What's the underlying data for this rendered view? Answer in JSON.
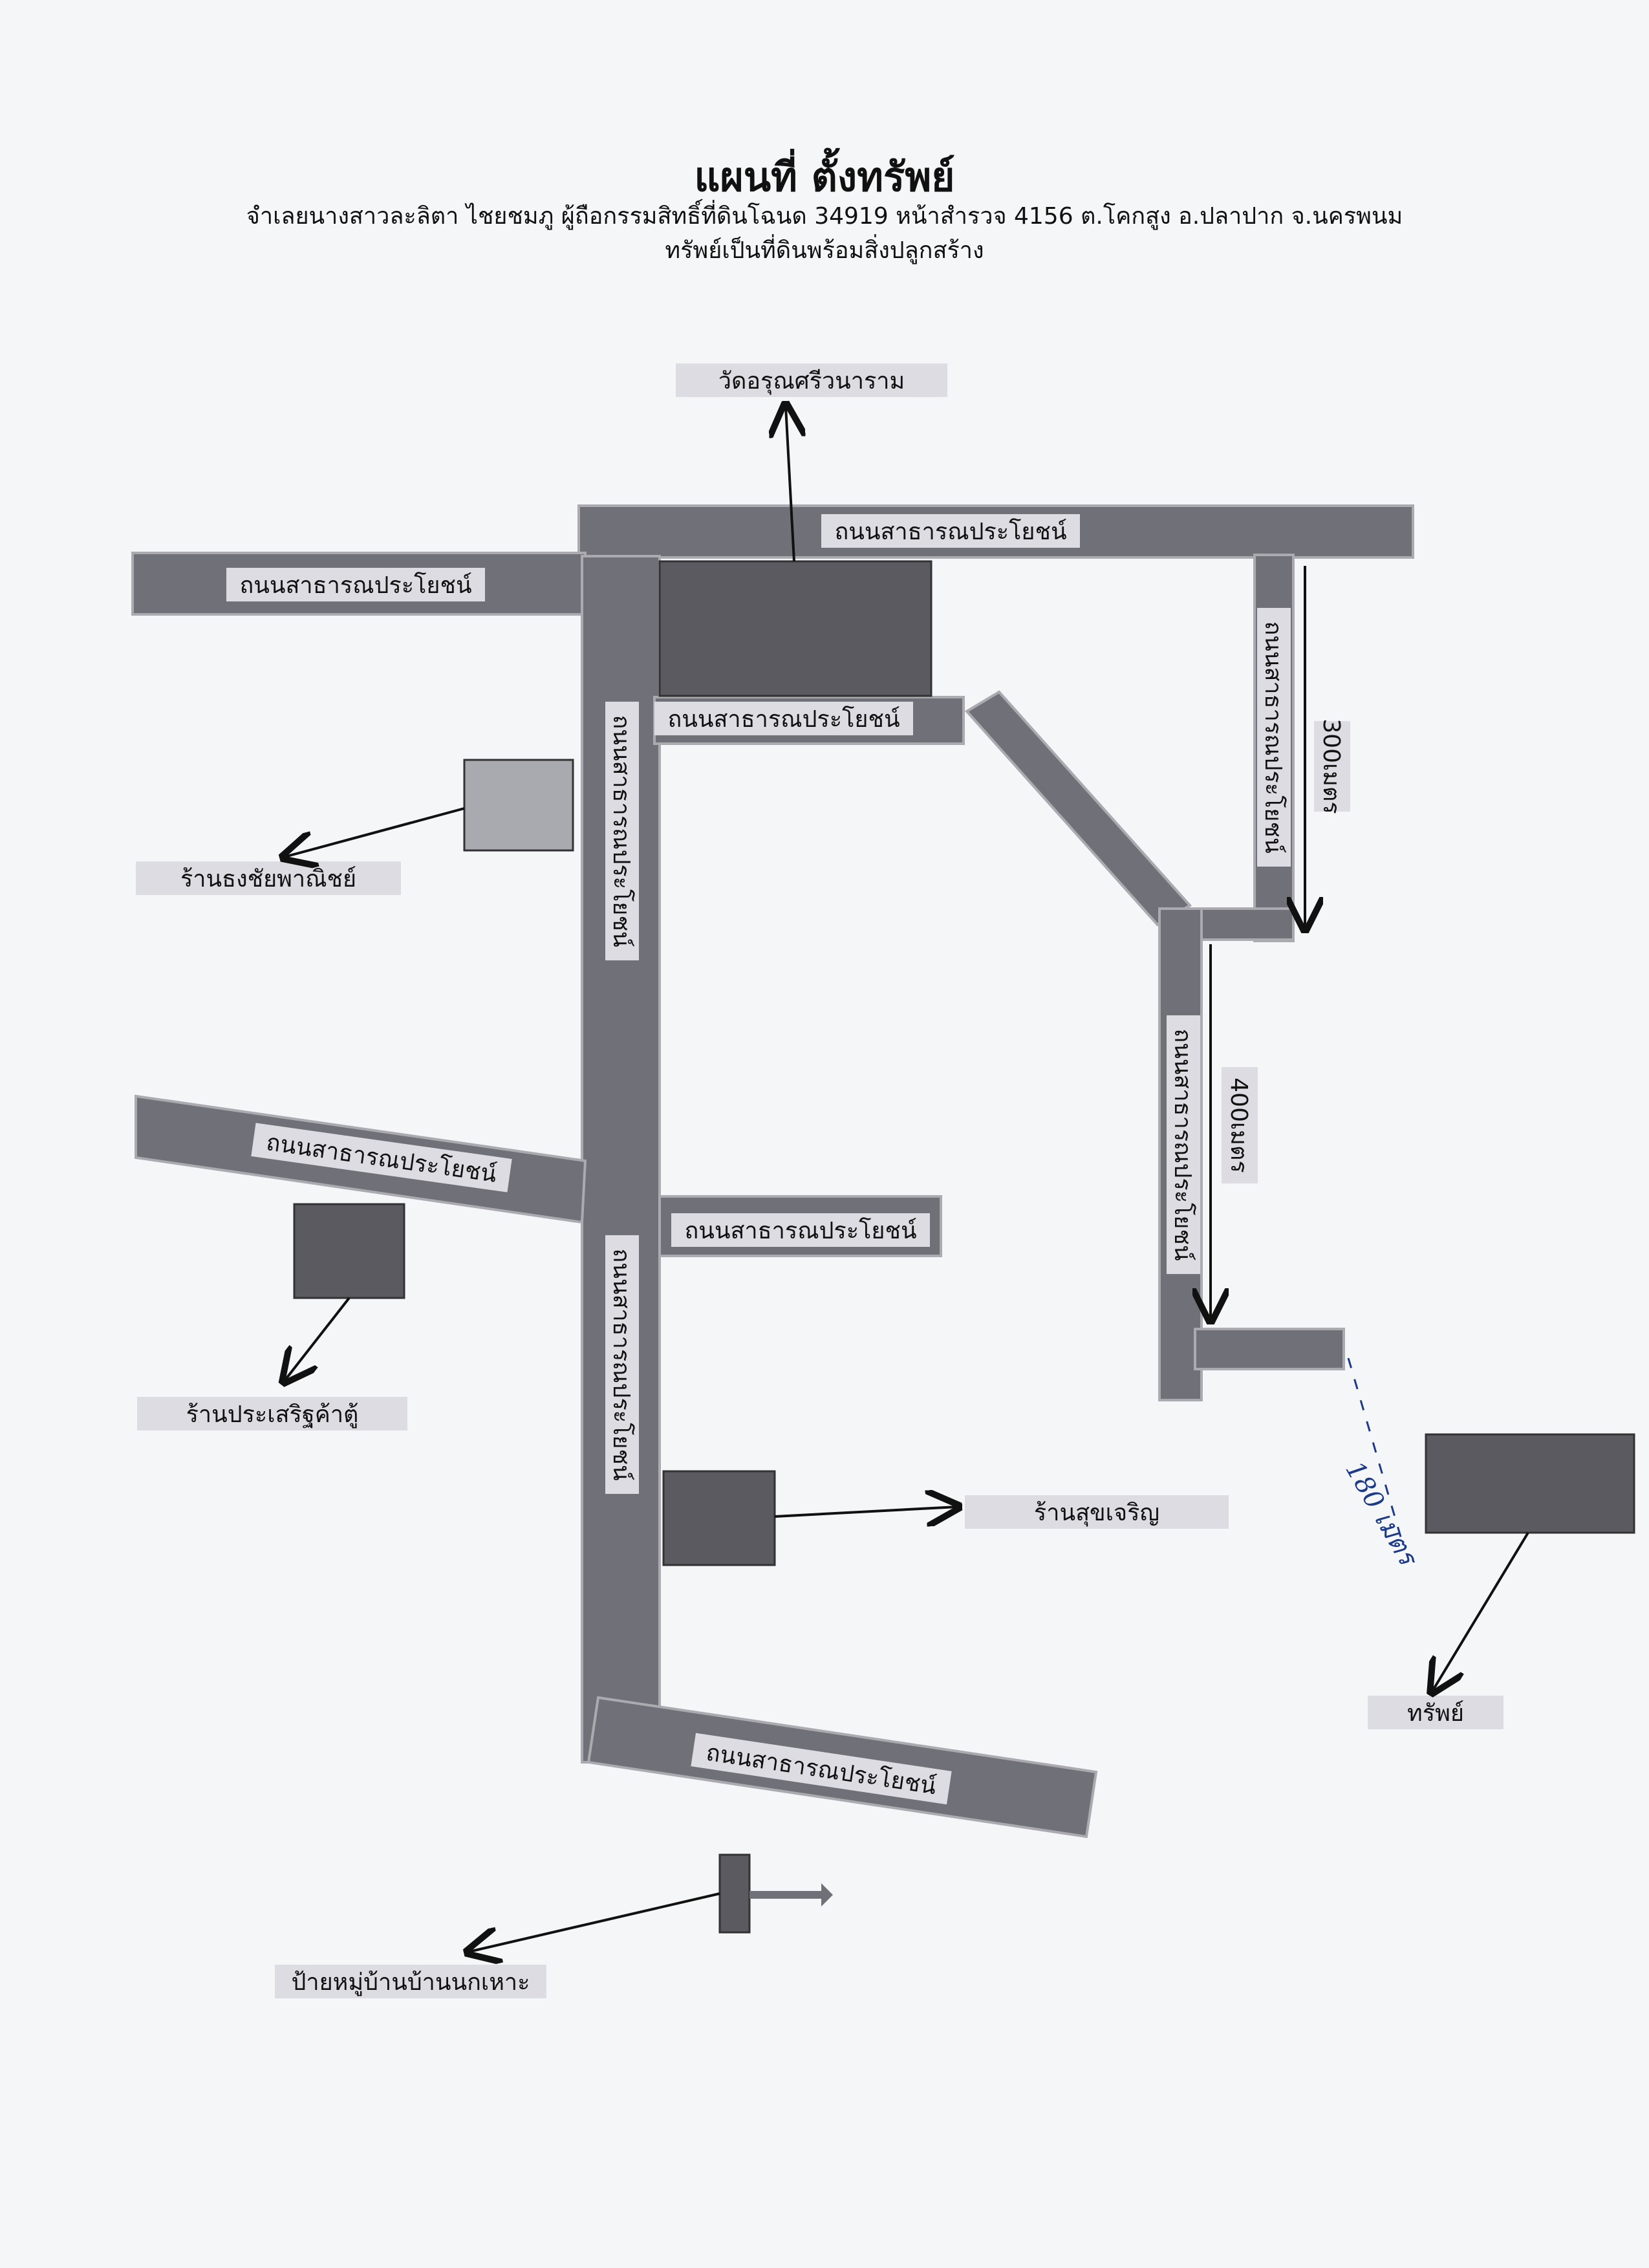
{
  "header": {
    "title": "แผนที่ ตั้งทรัพย์",
    "subtitle": "จำเลยนางสาวละลิตา ไชยชมภู ผู้ถือกรรมสิทธิ์ที่ดินโฉนด 34919 หน้าสำรวจ 4156 ต.โคกสูง อ.ปลาปาก จ.นครพนม",
    "description": "ทรัพย์เป็นที่ดินพร้อมสิ่งปลูกสร้าง"
  },
  "landmarks": {
    "temple": "วัดอรุณศรีวนาราม",
    "shop_thong": "ร้านธงชัยพาณิชย์",
    "shop_prasert": "ร้านประเสริฐค้าตู้",
    "shop_sukjaroen": "ร้านสุขเจริญ",
    "property": "ทรัพย์",
    "village_sign": "ป้ายหมู่บ้านบ้านนกเหาะ"
  },
  "roads": {
    "label": "ถนนสาธารณประโยชน์"
  },
  "distances": {
    "d300": "300เมตร",
    "d400": "400เมตร",
    "d180_handwritten": "180 เมตร"
  },
  "colors": {
    "road": "#707078",
    "building": "#5a5a60",
    "label_box": "#dcdce2",
    "handwriting": "#1d3a8a"
  }
}
